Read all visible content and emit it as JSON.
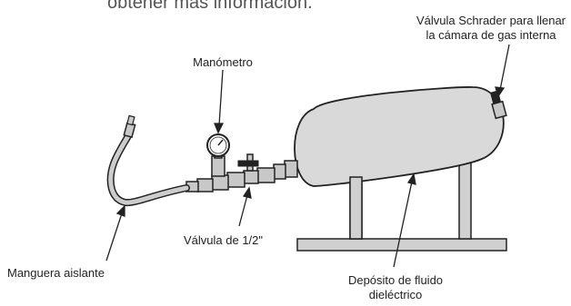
{
  "intro": {
    "text": "obtener más información."
  },
  "labels": {
    "schrader_valve_line1": "Válvula Schrader para llenar",
    "schrader_valve_line2": "la cámara de gas interna",
    "pressure_gauge": "Manómetro",
    "half_inch_valve": "Válvula de 1/2\"",
    "insulated_hose": "Manguera aislante",
    "fluid_tank_line1": "Depósito de fluido",
    "fluid_tank_line2": "dieléctrico"
  },
  "colors": {
    "outline": "#222222",
    "tank_fill": "#d9d9d9",
    "stand_fill": "#d0d0d0",
    "part_fill": "#c8c8c8",
    "hose_fill": "#cccccc"
  }
}
